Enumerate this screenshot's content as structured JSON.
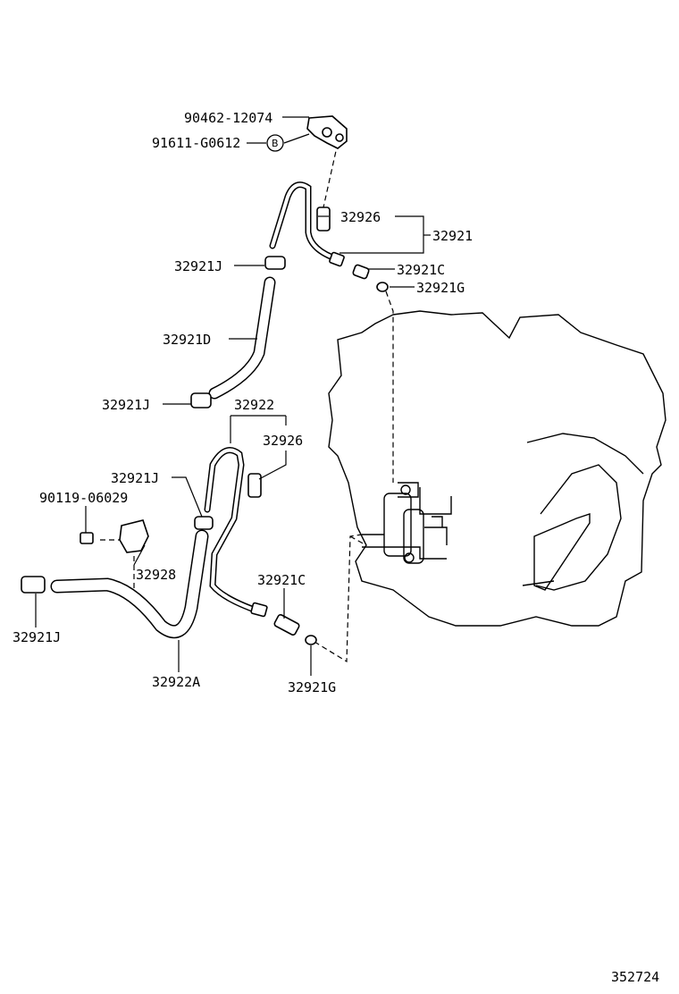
{
  "labels": {
    "p90462": "90462-12074",
    "p91611": "91611-G0612",
    "bmark": "B",
    "p32926_top": "32926",
    "p32921": "32921",
    "p32921J_1": "32921J",
    "p32921C_top": "32921C",
    "p32921G_top": "32921G",
    "p32921D": "32921D",
    "p32921J_2": "32921J",
    "p32922": "32922",
    "p32926_mid": "32926",
    "p32921J_3": "32921J",
    "p90119": "90119-06029",
    "p32928": "32928",
    "p32921C_bot": "32921C",
    "p32921J_4": "32921J",
    "p32922A": "32922A",
    "p32921G_bot": "32921G",
    "diagram_id": "352724"
  }
}
